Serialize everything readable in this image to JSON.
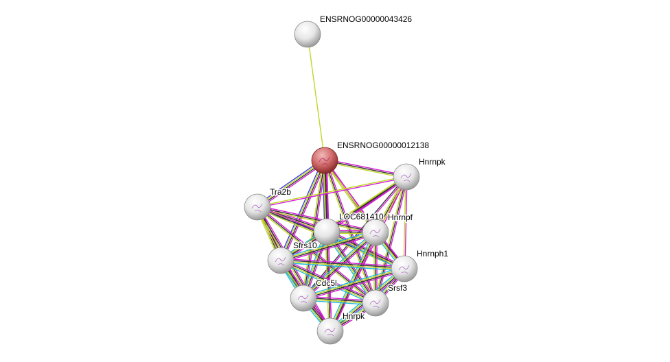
{
  "nodes": [
    {
      "id": "ENSRNOG00000043426",
      "label": "ENSRNOG00000043426",
      "query": false
    },
    {
      "id": "ENSRNOG00000012138",
      "label": "ENSRNOG00000012138",
      "query": true
    },
    {
      "id": "Hnrnpk",
      "label": "Hnrnpk",
      "query": false
    },
    {
      "id": "Tra2b",
      "label": "Tra2b",
      "query": false
    },
    {
      "id": "LOC681410",
      "label": "LOC681410",
      "query": false
    },
    {
      "id": "Hnrnpf",
      "label": "Hnrnpf",
      "query": false
    },
    {
      "id": "Sfrs10",
      "label": "Sfrs10",
      "query": false
    },
    {
      "id": "Hnrnph1",
      "label": "Hnrnph1",
      "query": false
    },
    {
      "id": "Cdc5l",
      "label": "Cdc5l",
      "query": false
    },
    {
      "id": "Srsf3",
      "label": "Srsf3",
      "query": false
    },
    {
      "id": "Hnrpk",
      "label": "Hnrpk",
      "query": false
    }
  ],
  "evidence_colors": {
    "experiments": "#d21fd2",
    "coexpression": "#333333",
    "textmining": "#c2d627",
    "databases": "#22b8dd",
    "homology": "#3a3af0"
  },
  "edges": [
    {
      "a": "ENSRNOG00000043426",
      "b": "ENSRNOG00000012138",
      "ev": [
        "textmining"
      ]
    },
    {
      "a": "ENSRNOG00000012138",
      "b": "Hnrnpk",
      "ev": [
        "experiments",
        "coexpression",
        "textmining"
      ]
    },
    {
      "a": "ENSRNOG00000012138",
      "b": "Tra2b",
      "ev": [
        "experiments",
        "coexpression",
        "textmining",
        "homology"
      ]
    },
    {
      "a": "ENSRNOG00000012138",
      "b": "LOC681410",
      "ev": [
        "experiments",
        "coexpression",
        "textmining",
        "homology"
      ]
    },
    {
      "a": "ENSRNOG00000012138",
      "b": "Hnrnpf",
      "ev": [
        "experiments",
        "coexpression",
        "textmining"
      ]
    },
    {
      "a": "ENSRNOG00000012138",
      "b": "Sfrs10",
      "ev": [
        "experiments",
        "coexpression",
        "textmining",
        "homology"
      ]
    },
    {
      "a": "ENSRNOG00000012138",
      "b": "Hnrnph1",
      "ev": [
        "experiments",
        "textmining"
      ]
    },
    {
      "a": "ENSRNOG00000012138",
      "b": "Cdc5l",
      "ev": [
        "experiments",
        "coexpression",
        "textmining"
      ]
    },
    {
      "a": "ENSRNOG00000012138",
      "b": "Srsf3",
      "ev": [
        "experiments",
        "coexpression",
        "textmining"
      ]
    },
    {
      "a": "ENSRNOG00000012138",
      "b": "Hnrpk",
      "ev": [
        "experiments",
        "coexpression",
        "textmining"
      ]
    },
    {
      "a": "Hnrnpk",
      "b": "Tra2b",
      "ev": [
        "experiments",
        "textmining"
      ]
    },
    {
      "a": "Hnrnpk",
      "b": "LOC681410",
      "ev": [
        "experiments",
        "coexpression",
        "textmining"
      ]
    },
    {
      "a": "Hnrnpk",
      "b": "Hnrnpf",
      "ev": [
        "experiments",
        "coexpression",
        "textmining"
      ]
    },
    {
      "a": "Hnrnpk",
      "b": "Sfrs10",
      "ev": [
        "experiments",
        "coexpression",
        "textmining"
      ]
    },
    {
      "a": "Hnrnpk",
      "b": "Hnrnph1",
      "ev": [
        "experiments",
        "textmining"
      ]
    },
    {
      "a": "Hnrnpk",
      "b": "Cdc5l",
      "ev": [
        "experiments",
        "coexpression"
      ]
    },
    {
      "a": "Hnrnpk",
      "b": "Srsf3",
      "ev": [
        "experiments",
        "coexpression",
        "textmining"
      ]
    },
    {
      "a": "Hnrnpk",
      "b": "Hnrpk",
      "ev": [
        "experiments",
        "textmining"
      ]
    },
    {
      "a": "Tra2b",
      "b": "LOC681410",
      "ev": [
        "experiments",
        "coexpression",
        "textmining",
        "homology"
      ]
    },
    {
      "a": "Tra2b",
      "b": "Hnrnpf",
      "ev": [
        "experiments",
        "coexpression",
        "textmining"
      ]
    },
    {
      "a": "Tra2b",
      "b": "Sfrs10",
      "ev": [
        "experiments",
        "coexpression",
        "textmining"
      ]
    },
    {
      "a": "Tra2b",
      "b": "Hnrnph1",
      "ev": [
        "experiments",
        "coexpression",
        "textmining"
      ]
    },
    {
      "a": "Tra2b",
      "b": "Cdc5l",
      "ev": [
        "experiments",
        "coexpression",
        "textmining"
      ]
    },
    {
      "a": "Tra2b",
      "b": "Srsf3",
      "ev": [
        "experiments",
        "coexpression",
        "textmining"
      ]
    },
    {
      "a": "Tra2b",
      "b": "Hnrpk",
      "ev": [
        "experiments",
        "coexpression",
        "textmining"
      ]
    },
    {
      "a": "LOC681410",
      "b": "Hnrnpf",
      "ev": [
        "experiments",
        "coexpression",
        "textmining"
      ]
    },
    {
      "a": "LOC681410",
      "b": "Sfrs10",
      "ev": [
        "experiments",
        "coexpression",
        "textmining",
        "databases"
      ]
    },
    {
      "a": "LOC681410",
      "b": "Hnrnph1",
      "ev": [
        "experiments",
        "coexpression",
        "textmining",
        "databases"
      ]
    },
    {
      "a": "LOC681410",
      "b": "Cdc5l",
      "ev": [
        "experiments",
        "coexpression",
        "textmining",
        "databases"
      ]
    },
    {
      "a": "LOC681410",
      "b": "Srsf3",
      "ev": [
        "experiments",
        "coexpression",
        "textmining",
        "databases"
      ]
    },
    {
      "a": "LOC681410",
      "b": "Hnrpk",
      "ev": [
        "experiments",
        "coexpression",
        "textmining"
      ]
    },
    {
      "a": "Hnrnpf",
      "b": "Sfrs10",
      "ev": [
        "experiments",
        "coexpression",
        "textmining",
        "databases"
      ]
    },
    {
      "a": "Hnrnpf",
      "b": "Hnrnph1",
      "ev": [
        "experiments",
        "coexpression",
        "textmining",
        "databases"
      ]
    },
    {
      "a": "Hnrnpf",
      "b": "Cdc5l",
      "ev": [
        "experiments",
        "coexpression",
        "textmining",
        "databases"
      ]
    },
    {
      "a": "Hnrnpf",
      "b": "Srsf3",
      "ev": [
        "experiments",
        "coexpression",
        "textmining"
      ]
    },
    {
      "a": "Hnrnpf",
      "b": "Hnrpk",
      "ev": [
        "experiments",
        "coexpression",
        "textmining",
        "databases"
      ]
    },
    {
      "a": "Sfrs10",
      "b": "Hnrnph1",
      "ev": [
        "experiments",
        "coexpression",
        "textmining",
        "databases"
      ]
    },
    {
      "a": "Sfrs10",
      "b": "Cdc5l",
      "ev": [
        "experiments",
        "coexpression",
        "textmining",
        "databases"
      ]
    },
    {
      "a": "Sfrs10",
      "b": "Srsf3",
      "ev": [
        "experiments",
        "coexpression",
        "textmining",
        "databases"
      ]
    },
    {
      "a": "Sfrs10",
      "b": "Hnrpk",
      "ev": [
        "experiments",
        "coexpression",
        "textmining",
        "databases"
      ]
    },
    {
      "a": "Hnrnph1",
      "b": "Cdc5l",
      "ev": [
        "experiments",
        "coexpression",
        "textmining",
        "databases"
      ]
    },
    {
      "a": "Hnrnph1",
      "b": "Srsf3",
      "ev": [
        "experiments",
        "coexpression",
        "textmining",
        "databases"
      ]
    },
    {
      "a": "Hnrnph1",
      "b": "Hnrpk",
      "ev": [
        "experiments",
        "coexpression",
        "textmining",
        "databases"
      ]
    },
    {
      "a": "Cdc5l",
      "b": "Srsf3",
      "ev": [
        "experiments",
        "coexpression",
        "textmining",
        "databases"
      ]
    },
    {
      "a": "Cdc5l",
      "b": "Hnrpk",
      "ev": [
        "experiments",
        "coexpression",
        "textmining",
        "databases"
      ]
    },
    {
      "a": "Srsf3",
      "b": "Hnrpk",
      "ev": [
        "experiments",
        "coexpression",
        "textmining",
        "databases"
      ]
    }
  ]
}
